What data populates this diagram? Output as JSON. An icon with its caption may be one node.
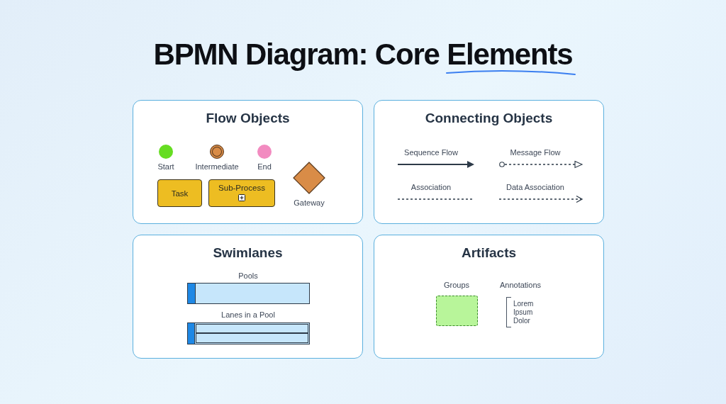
{
  "diagram": {
    "title": "BPMN Diagram: Core Elements",
    "nodes": [
      {
        "text": [
          "Flow Objects"
        ]
      },
      {
        "text": [],
        "shape": "circle",
        "in": 0,
        "beside": [
          "Start"
        ]
      },
      {
        "text": [],
        "shape": "circle",
        "in": 0,
        "beside": [
          "Intermediate"
        ]
      },
      {
        "text": [],
        "shape": "circle",
        "in": 0,
        "beside": [
          "End"
        ]
      },
      {
        "text": [
          "Task"
        ],
        "in": 0
      },
      {
        "text": [
          "Sub-Process"
        ],
        "in": 0
      },
      {
        "text": [],
        "shape": "diamond",
        "in": 0,
        "beside": [
          "Gateway"
        ]
      },
      {
        "text": [
          "Connecting Objects"
        ]
      },
      {
        "text": [
          "Swimlanes"
        ]
      },
      {
        "text": [],
        "shape": "box",
        "in": 8,
        "beside": [
          "Pools"
        ]
      },
      {
        "text": [],
        "shape": "box",
        "in": 8,
        "beside": [
          "Lanes in a Pool"
        ]
      },
      {
        "text": [],
        "shape": "box",
        "in": 10
      },
      {
        "text": [],
        "shape": "box",
        "in": 10
      },
      {
        "text": [
          "Artifacts"
        ]
      },
      {
        "text": [],
        "shape": "box",
        "in": 13,
        "beside": [
          "Groups"
        ]
      },
      {
        "text": [
          "Lorem Ipsum Dolor"
        ],
        "in": 13,
        "beside": [
          "Annotations"
        ]
      }
    ],
    "labels": [
      "Sequence Flow",
      "Message Flow",
      "Association",
      "Data Association"
    ]
  }
}
